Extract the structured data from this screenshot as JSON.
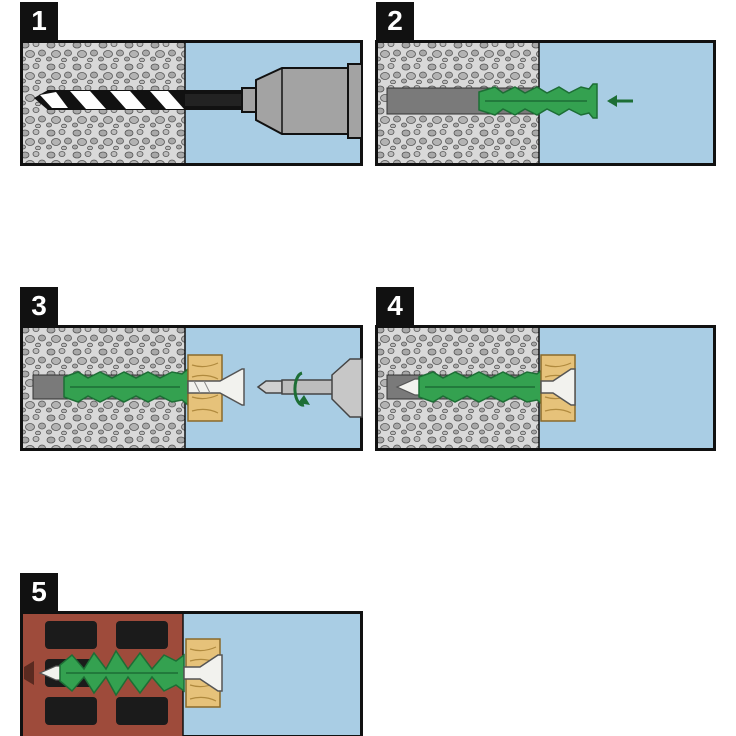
{
  "steps": [
    {
      "number": "1",
      "scene": "drill-bit-in-concrete"
    },
    {
      "number": "2",
      "scene": "insert-plug-in-concrete"
    },
    {
      "number": "3",
      "scene": "screw-in-concrete"
    },
    {
      "number": "4",
      "scene": "fixed-in-concrete"
    },
    {
      "number": "5",
      "scene": "fixed-in-hollow-brick"
    }
  ],
  "colors": {
    "concrete": "#d9d9d9",
    "stones": "#a8a8a8",
    "air": "#a9cde4",
    "plug": "#34a150",
    "plug_dark": "#1d6e35",
    "hole": "#7a7a7a",
    "wood": "#e6c27a",
    "brick": "#9e4b3b",
    "chuck": "#a3a3a3",
    "outline": "#111111"
  }
}
